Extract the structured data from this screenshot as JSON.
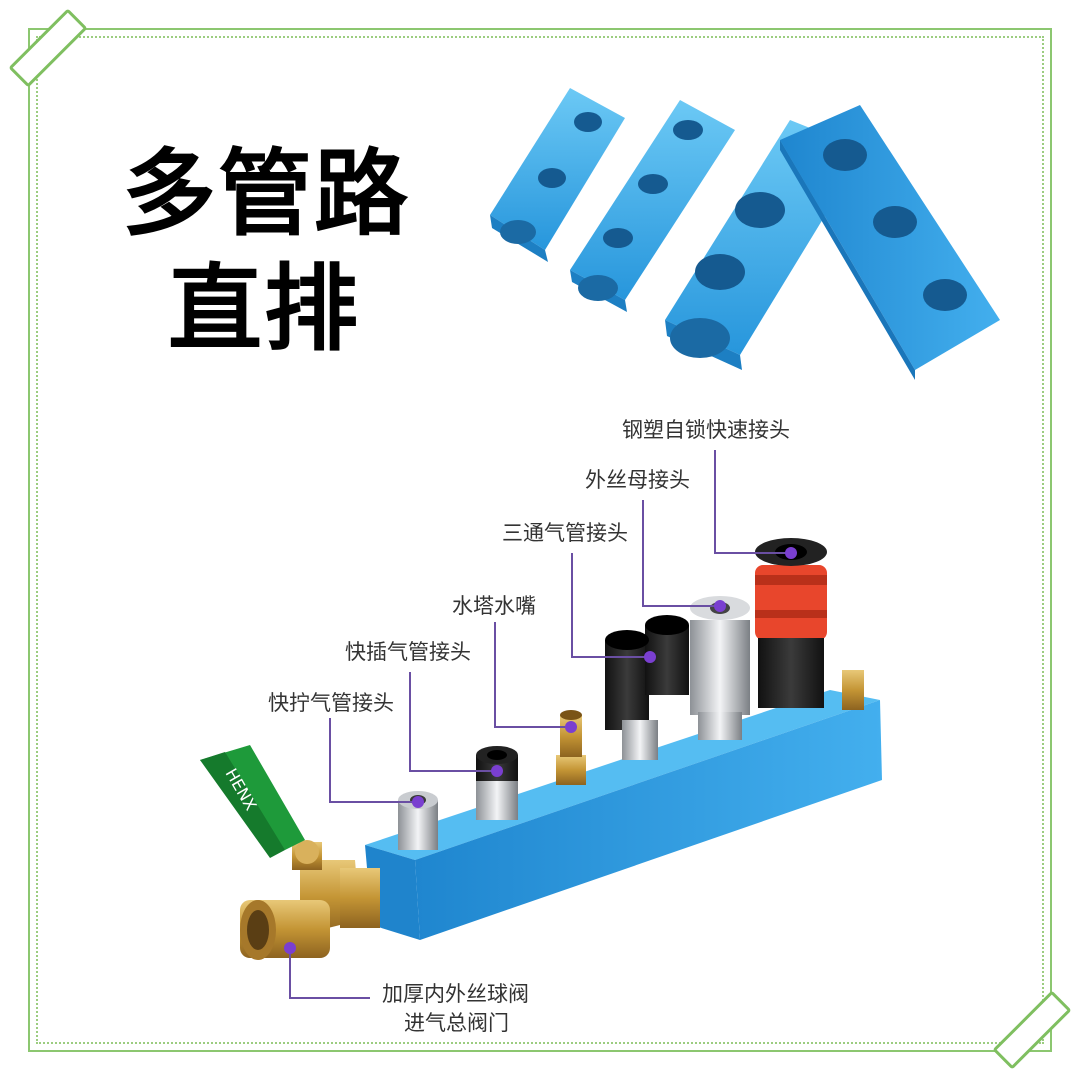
{
  "title": {
    "line1": "多管路",
    "line2": "直排"
  },
  "labels": {
    "steel_plastic_coupler": "钢塑自锁快速接头",
    "female_thread_connector": "外丝母接头",
    "tee_fitting": "三通气管接头",
    "hose_barb": "水塔水嘴",
    "push_in_fitting": "快插气管接头",
    "quick_twist_fitting": "快拧气管接头",
    "ball_valve": "加厚内外丝球阀",
    "main_inlet_valve": "进气总阀门"
  },
  "valve_handle_text": "HENX",
  "colors": {
    "frame": "#8cc770",
    "manifold_blue": "#2ea6e8",
    "leader_line": "#6a4fa3",
    "dot": "#7a3fd0",
    "coupler_red": "#e8462c",
    "valve_green": "#1e9a3a",
    "brass": "#c9a24a"
  }
}
